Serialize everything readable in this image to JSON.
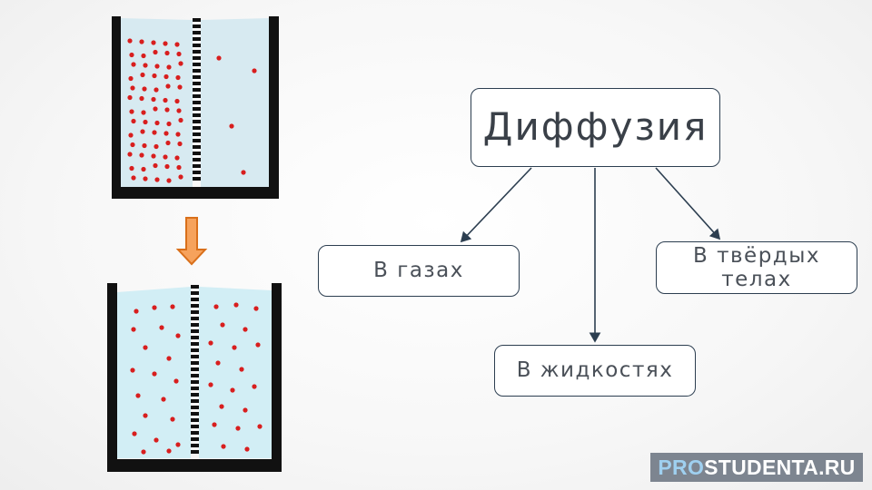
{
  "concept": {
    "title": "Диффузия",
    "branches": [
      {
        "id": "gas",
        "label": "В газах"
      },
      {
        "id": "liquid",
        "label": "В жидкостях"
      },
      {
        "id": "solid",
        "label": "В твёрдых телах"
      }
    ]
  },
  "watermark": {
    "prefix": "PRO",
    "rest": "STUDENTA.RU"
  },
  "colors": {
    "particle": "#d81e1e",
    "liquid": "#d7eaf1",
    "liquid_mixed": "#d2eef5",
    "container": "#111111",
    "arrow_fill": "#f6a25c",
    "arrow_stroke": "#d96f1a",
    "connector": "#2c3e50"
  },
  "icons": {
    "transition_arrow": "down-arrow-icon"
  }
}
